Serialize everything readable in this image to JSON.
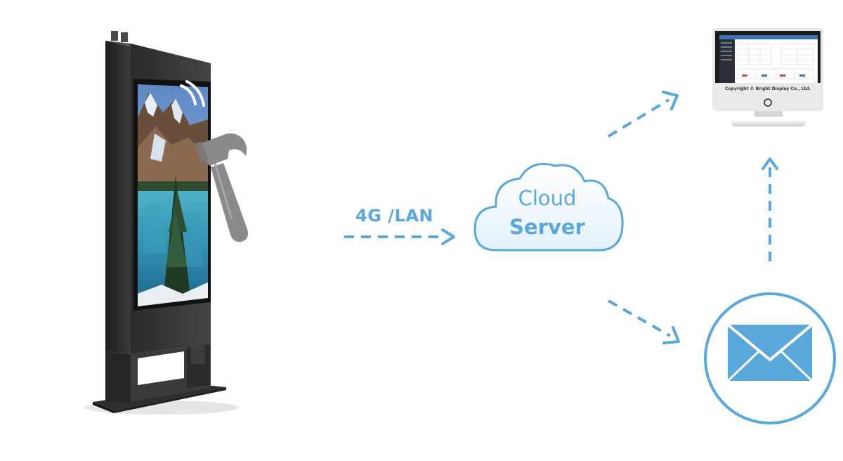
{
  "link_label": "4G /LAN",
  "cloud": {
    "title": "Cloud",
    "subtitle": "Server"
  },
  "monitor": {
    "footer_text": "Copyright © Bright Display Co., Ltd."
  },
  "icons": {
    "kiosk": "outdoor-digital-signage-kiosk",
    "hammer": "hammer-icon",
    "monitor": "desktop-monitor-icon",
    "cloud": "cloud-icon",
    "mail": "envelope-icon"
  },
  "colors": {
    "accent": "#5aa7dc",
    "cloud_fill": "#f2f9fe",
    "envelope": "#5aa7dc",
    "kiosk_body": "#3a3a3a",
    "hammer": "#8a8a8a"
  }
}
